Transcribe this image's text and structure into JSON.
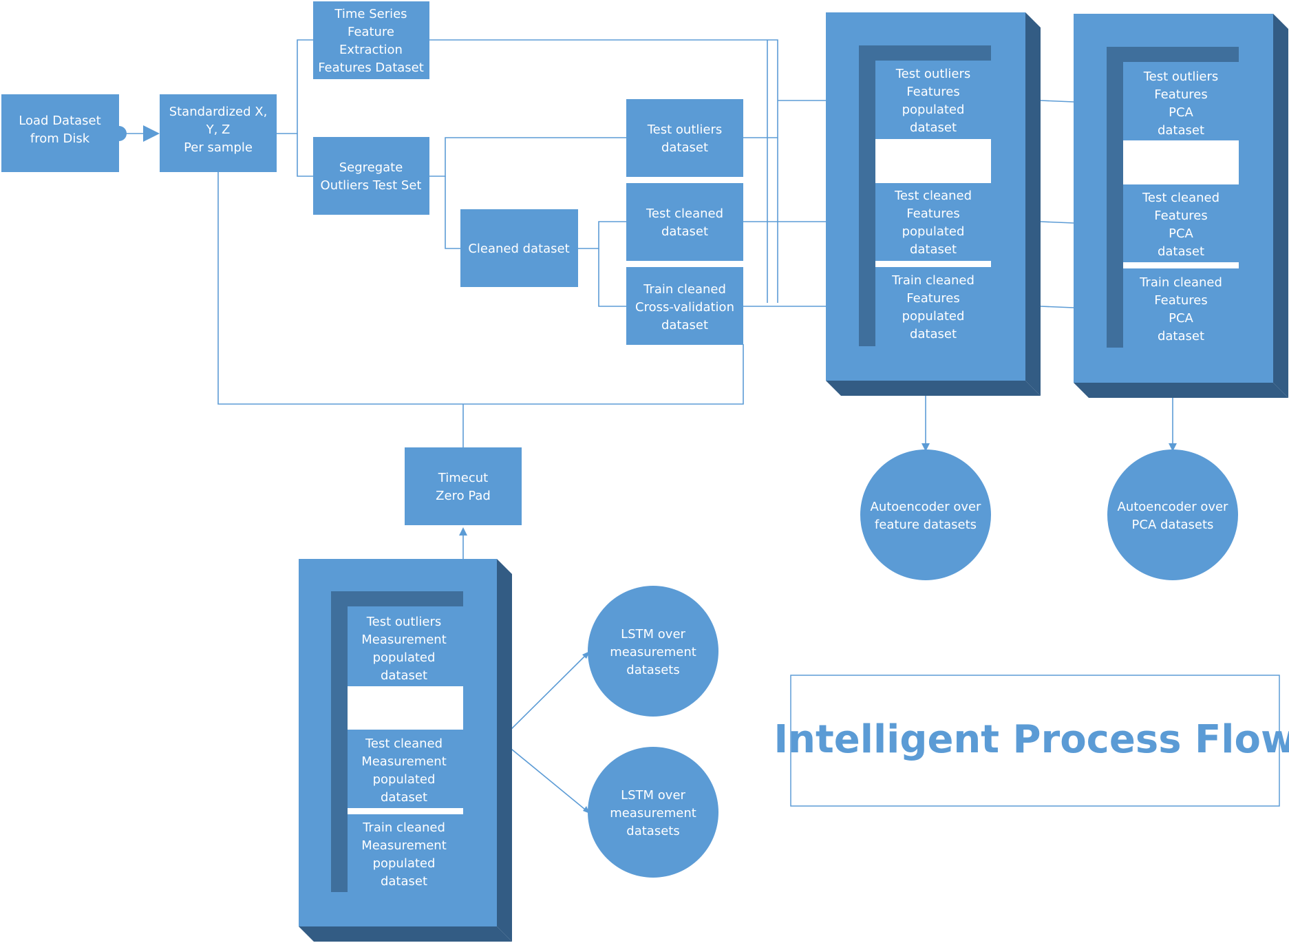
{
  "title": "Intelligent Process Flow",
  "colors": {
    "box": "#5b9bd5",
    "frame_side": "#335c84",
    "frame_inner": "#3f6f9c",
    "line": "#5b9bd5"
  },
  "nodes": {
    "load": [
      "Load Dataset",
      "from Disk"
    ],
    "standardized": [
      "Standardized X,",
      "Y, Z",
      "Per sample"
    ],
    "timeseries": [
      "Time Series",
      "Feature",
      "Extraction",
      "Features Dataset"
    ],
    "segregate": [
      "Segregate",
      "Outliers Test Set"
    ],
    "cleaned": [
      "Cleaned dataset"
    ],
    "test_outliers": [
      "Test outliers",
      "dataset"
    ],
    "test_cleaned": [
      "Test cleaned",
      "dataset"
    ],
    "train_cleaned": [
      "Train cleaned",
      "Cross-validation",
      "dataset"
    ],
    "timecut": [
      "Timecut",
      "Zero Pad"
    ]
  },
  "feature_stack": [
    [
      "Test outliers",
      "Features",
      "populated",
      "dataset"
    ],
    [
      "Test cleaned",
      "Features",
      "populated",
      "dataset"
    ],
    [
      "Train cleaned",
      "Features",
      "populated",
      "dataset"
    ]
  ],
  "pca_stack": [
    [
      "Test outliers",
      "Features",
      "PCA",
      "dataset"
    ],
    [
      "Test cleaned",
      "Features",
      "PCA",
      "dataset"
    ],
    [
      "Train cleaned",
      "Features",
      "PCA",
      "dataset"
    ]
  ],
  "measurement_stack": [
    [
      "Test outliers",
      "Measurement",
      "populated",
      "dataset"
    ],
    [
      "Test cleaned",
      "Measurement",
      "populated",
      "dataset"
    ],
    [
      "Train cleaned",
      "Measurement",
      "populated",
      "dataset"
    ]
  ],
  "circles": {
    "ae_features": [
      "Autoencoder over",
      "feature datasets"
    ],
    "ae_pca": [
      "Autoencoder over",
      "PCA datasets"
    ],
    "lstm1": [
      "LSTM over",
      "measurement",
      "datasets"
    ],
    "lstm2": [
      "LSTM over",
      "measurement",
      "datasets"
    ]
  }
}
